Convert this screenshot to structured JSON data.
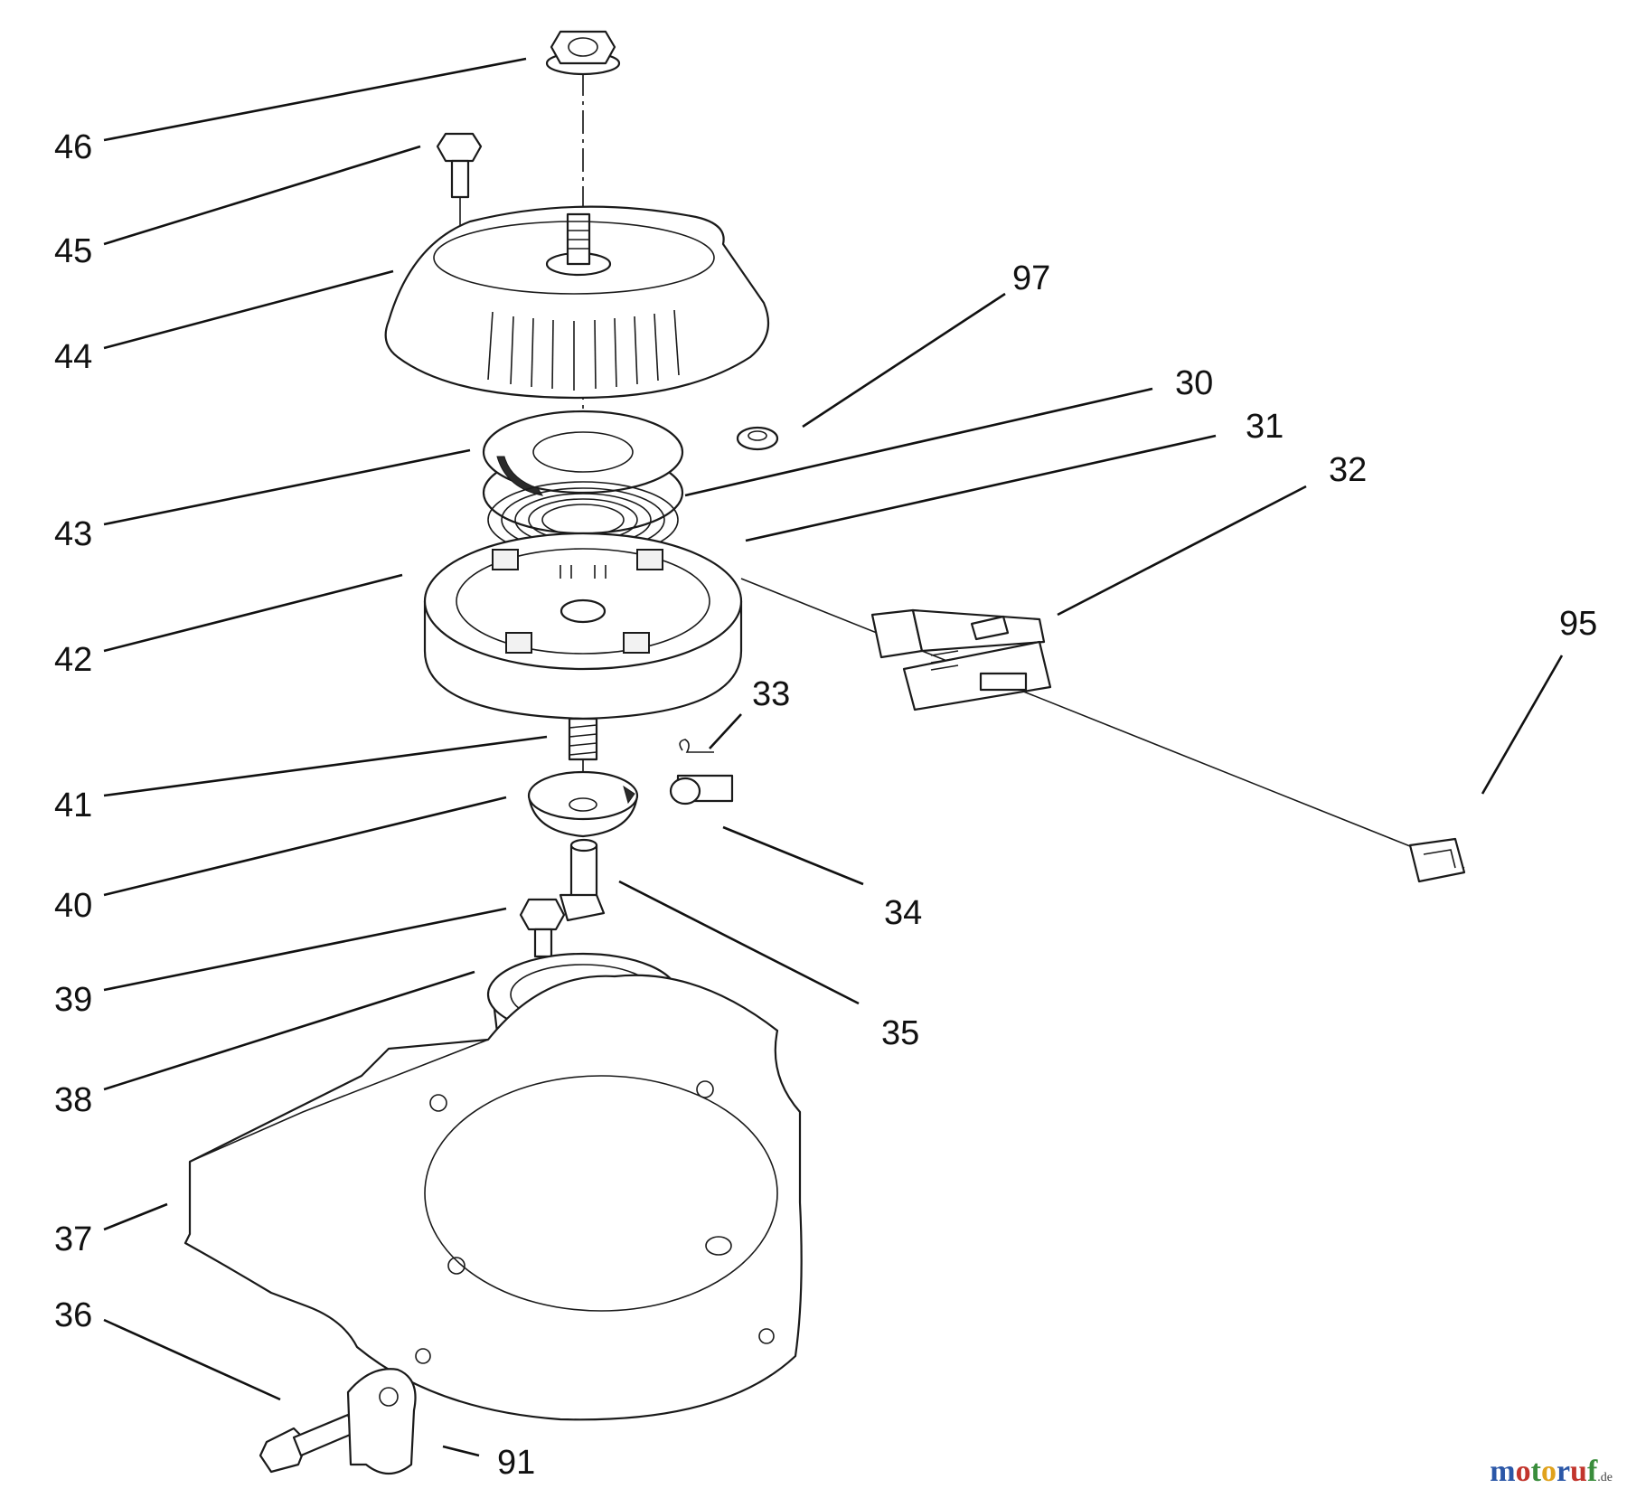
{
  "diagram": {
    "callouts": {
      "c46": "46",
      "c45": "45",
      "c44": "44",
      "c43": "43",
      "c42": "42",
      "c41": "41",
      "c40": "40",
      "c39": "39",
      "c38": "38",
      "c37": "37",
      "c36": "36",
      "c91": "91",
      "c35": "35",
      "c34": "34",
      "c33": "33",
      "c97": "97",
      "c30": "30",
      "c31": "31",
      "c32": "32",
      "c95": "95"
    }
  },
  "watermark": {
    "letters": [
      "m",
      "o",
      "t",
      "o",
      "r",
      "u",
      "f"
    ],
    "tld": ".de",
    "colors": [
      "#2b57a7",
      "#c2352d",
      "#3a8d3c",
      "#e0a21c",
      "#2b57a7",
      "#c2352d",
      "#3a8d3c"
    ]
  }
}
